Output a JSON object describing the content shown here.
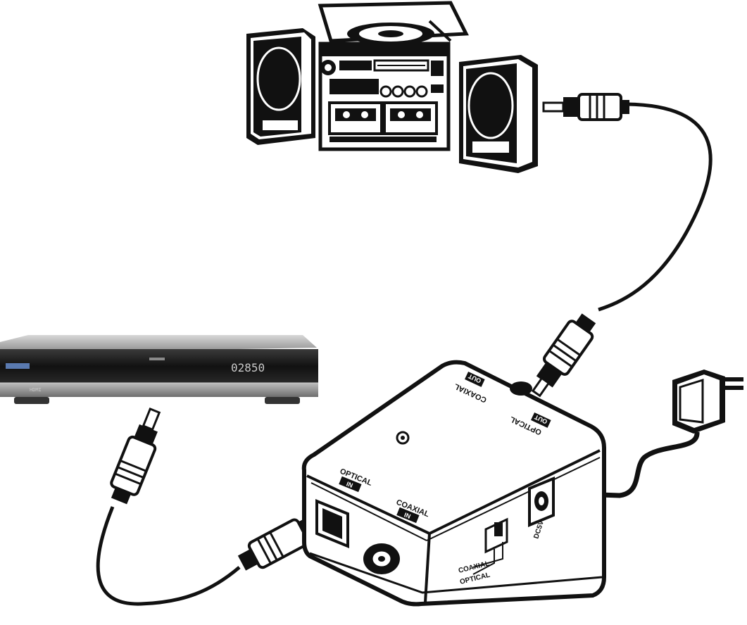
{
  "bluray": {
    "display": "02850",
    "badge": "HDMI"
  },
  "converter": {
    "top_coaxial": "COAXIAL",
    "top_coaxial_tag": "OUT",
    "top_optical": "OPTICAL",
    "top_optical_tag": "OUT",
    "front_optical": "OPTICAL",
    "front_optical_tag": "IN",
    "front_coaxial": "COAXIAL",
    "front_coaxial_tag": "IN",
    "switch_coaxial": "COAXIAL",
    "switch_optical": "OPTICAL",
    "power_label": "DC5V"
  }
}
